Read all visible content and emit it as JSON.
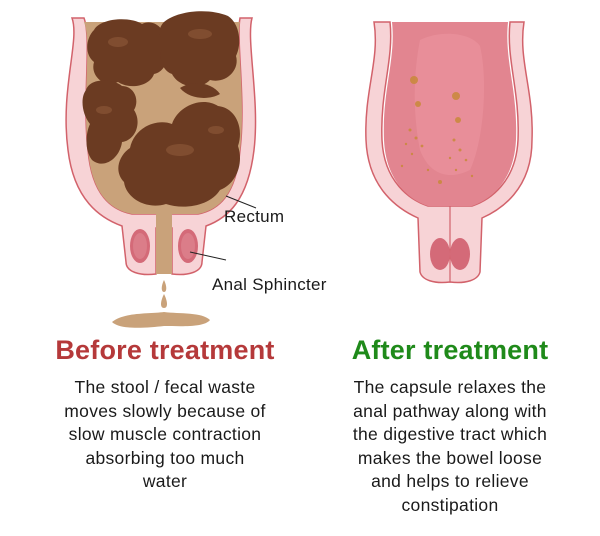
{
  "before": {
    "heading": "Before treatment",
    "heading_color": "#b5393a",
    "description_lines": [
      "The stool / fecal waste",
      "moves slowly because of",
      "slow muscle contraction",
      "absorbing too much",
      "water"
    ],
    "labels": {
      "rectum": "Rectum",
      "anal_sphincter": "Anal Sphincter"
    }
  },
  "after": {
    "heading": "After treatment",
    "heading_color": "#1f8a1a",
    "description_lines": [
      "The capsule relaxes the",
      "anal pathway along with",
      "the digestive tract which",
      "makes the bowel loose",
      "and helps to relieve",
      "constipation"
    ]
  },
  "colors": {
    "tissue": "#f7d3d6",
    "tissue_edge": "#d2626b",
    "stool": "#6b3b22",
    "fluid": "#c9a27a",
    "mucosa": "#e28590",
    "sphincter": "#d46a78"
  }
}
